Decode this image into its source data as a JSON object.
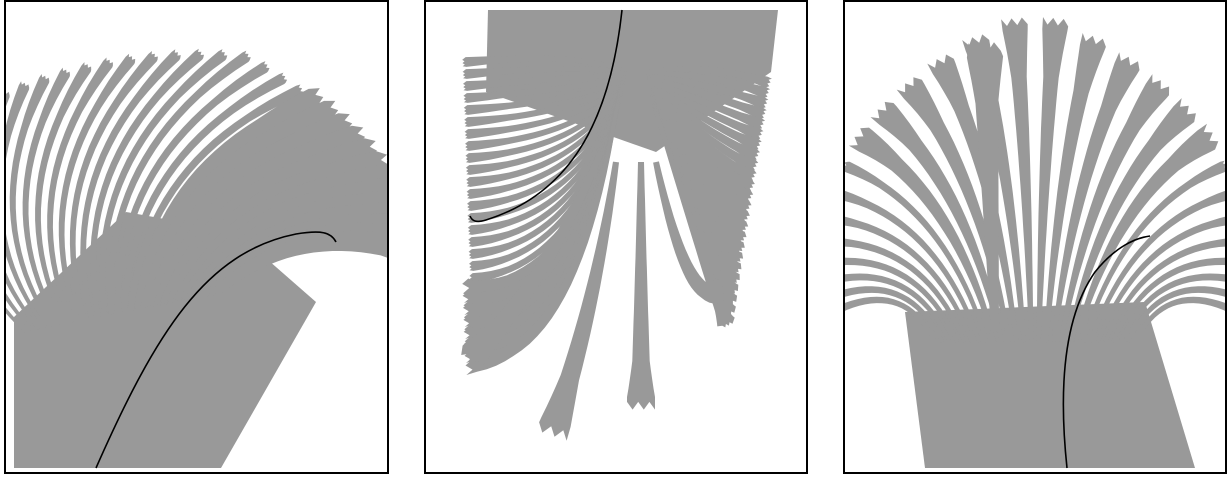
{
  "figure": {
    "panels": [
      {
        "id": "left",
        "description_name": "fan-left",
        "highlighted_curve": true
      },
      {
        "id": "middle",
        "description_name": "fan-middle",
        "highlighted_curve": true
      },
      {
        "id": "right",
        "description_name": "fan-right",
        "highlighted_curve": true
      }
    ],
    "colors": {
      "fill": "#999999",
      "stroke": "#000000",
      "frame": "#000000",
      "background": "#ffffff"
    }
  }
}
